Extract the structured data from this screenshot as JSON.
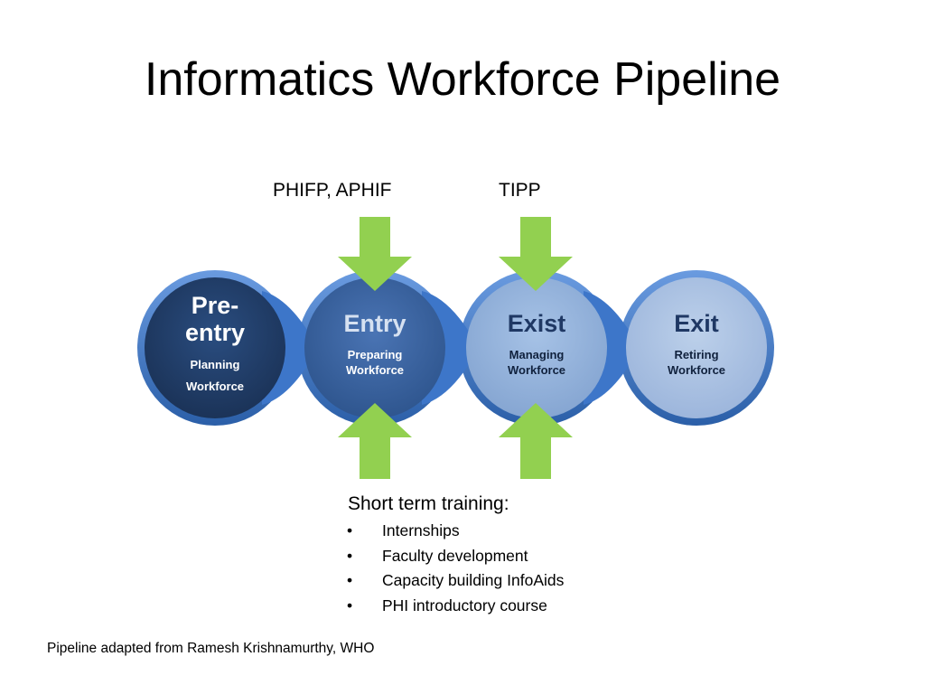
{
  "title": "Informatics Workforce Pipeline",
  "top_labels": {
    "left": "PHIFP, APHIF",
    "right": "TIPP"
  },
  "stages": [
    {
      "name": "Pre-entry",
      "line1": "Pre-",
      "line2": "entry",
      "sub1": "Planning",
      "sub2": "Workforce",
      "color": "#213f6a"
    },
    {
      "name": "Entry",
      "sub1": "Preparing",
      "sub2": "Workforce",
      "color": "#3b62a0"
    },
    {
      "name": "Exist",
      "sub1": "Managing",
      "sub2": "Workforce",
      "color": "#93b1d9"
    },
    {
      "name": "Exit",
      "sub1": "Retiring",
      "sub2": "Workforce",
      "color": "#a9c1e1"
    }
  ],
  "colors": {
    "arrow_green": "#92d050",
    "ring_blue": "#4a7ec5",
    "connector_blue": "#3d76c9"
  },
  "training": {
    "heading": "Short term training:",
    "bullet": "•",
    "items": [
      "Internships",
      "Faculty development",
      "Capacity building InfoAids",
      "PHI introductory course"
    ]
  },
  "footnote": "Pipeline adapted from Ramesh Krishnamurthy, WHO"
}
